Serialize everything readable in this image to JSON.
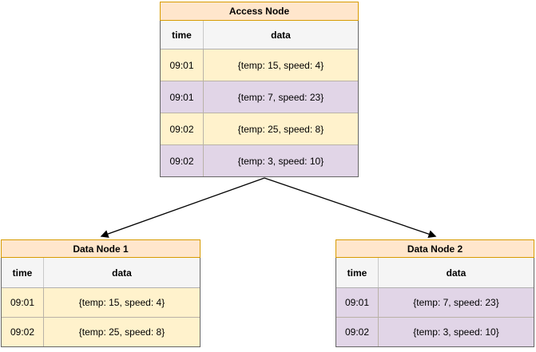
{
  "diagram": {
    "access_node": {
      "title": "Access Node",
      "columns": [
        "time",
        "data"
      ],
      "rows": [
        {
          "time": "09:01",
          "data": "{temp: 15, speed: 4}",
          "fill": "yellow"
        },
        {
          "time": "09:01",
          "data": "{temp: 7, speed: 23}",
          "fill": "purple"
        },
        {
          "time": "09:02",
          "data": "{temp: 25, speed: 8}",
          "fill": "yellow"
        },
        {
          "time": "09:02",
          "data": "{temp: 3, speed: 10}",
          "fill": "purple"
        }
      ]
    },
    "data_node_1": {
      "title": "Data Node 1",
      "columns": [
        "time",
        "data"
      ],
      "rows": [
        {
          "time": "09:01",
          "data": "{temp: 15, speed: 4}",
          "fill": "yellow"
        },
        {
          "time": "09:02",
          "data": "{temp: 25, speed: 8}",
          "fill": "yellow"
        }
      ]
    },
    "data_node_2": {
      "title": "Data Node 2",
      "columns": [
        "time",
        "data"
      ],
      "rows": [
        {
          "time": "09:01",
          "data": "{temp: 7, speed: 23}",
          "fill": "purple"
        },
        {
          "time": "09:02",
          "data": "{temp: 3, speed: 10}",
          "fill": "purple"
        }
      ]
    },
    "colors": {
      "node_header_fill": "#FFE6CC",
      "node_header_border": "#D79B00",
      "column_header_fill": "#F5F5F5",
      "row_yellow_fill": "#FFF2CC",
      "row_purple_fill": "#E1D5E7",
      "table_border": "#666666",
      "arrow": "#000000"
    }
  }
}
